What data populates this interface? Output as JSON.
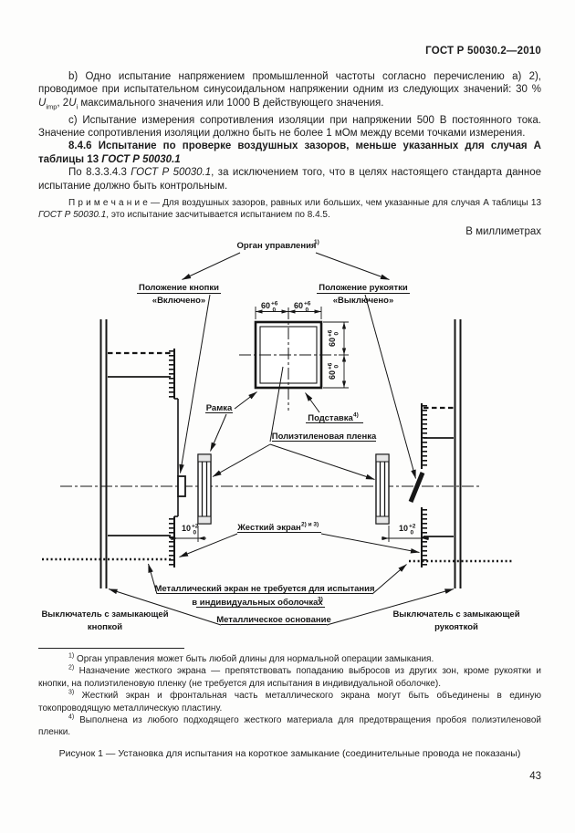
{
  "header": {
    "title": "ГОСТ Р 50030.2—2010"
  },
  "body": {
    "para_b": {
      "t1": "b) Одно испытание напряжением промышленной частоты согласно перечислению а) 2), проводимое при испытательном синусоидальном напряжении одним из следующих значений: 30 % ",
      "u1": "U",
      "s1": "imp",
      "t2": ", 2",
      "u2": "U",
      "s2": "i",
      "t3": " максимального значения или 1000 В действующего  значения."
    },
    "para_c": "c) Испытание измерения сопротивления изоляции при напряжении 500 В постоянного тока. Значение сопротивления изоляции должно быть не более 1 мОм между всеми точками измерения.",
    "para_846": {
      "t1": "8.4.6 Испытание по проверке воздушных зазоров,  меньше указанных для случая А таблицы 13 ",
      "ref": "ГОСТ Р 50030.1"
    },
    "para_po": {
      "t1": "По  8.3.3.4.3 ",
      "ref": "ГОСТ Р 50030.1",
      "t2": ", за исключением того, что в целях настоящего стандарта данное испытание должно быть контрольным."
    },
    "note": {
      "t1": "П р и м е ч а н и е — Для воздушных зазоров, равных или больших, чем указанные для случая А таблицы 13 ",
      "ref": "ГОСТ Р 50030.1",
      "t2": ", это испытание засчитывается испытанием по 8.4.5."
    },
    "units": "В миллиметрах"
  },
  "figure": {
    "control_organ": "Орган управления",
    "control_organ_sup": "1)",
    "button_pos_1": "Положение кнопки",
    "button_pos_2": "«Включено»",
    "handle_pos_1": "Положение рукоятки",
    "handle_pos_2": "«Выключено»",
    "dim_60": "60",
    "dim_60_tol_up": "+6",
    "dim_60_tol_dn": "0",
    "dim_10": "10",
    "dim_10_tol_up": "+2",
    "dim_10_tol_dn": "0",
    "frame_label": "Рамка",
    "support_label": "Подставка",
    "support_sup": "4)",
    "film_label": "Полиэтиленовая пленка",
    "rigid_screen_label": "Жесткий экран",
    "rigid_screen_sup": "2) и 3)",
    "metal_screen_1": "Металлический экран не требуется для испытания",
    "metal_screen_2": "в индивидуальных оболочках",
    "metal_screen_sup": "3)",
    "metal_base": "Металлическое основание",
    "switch_button_1": "Выключатель с замыкающей",
    "switch_button_2": "кнопкой",
    "switch_handle_1": "Выключатель с замыкающей",
    "switch_handle_2": "рукояткой"
  },
  "footnotes": {
    "fn1_sup": "1)",
    "fn1": " Орган управления может быть любой длины для нормальной операции замыкания.",
    "fn2_sup": "2)",
    "fn2": " Назначение жесткого экрана — препятствовать попаданию выбросов из других зон,  кроме рукоятки и кнопки, на полиэтиленовую пленку (не требуется для испытания  в индивидуальной оболочке).",
    "fn3_sup": "3)",
    "fn3": " Жесткий экран и фронтальная часть металлического экрана могут быть объединены в единую токопроводящую металлическую пластину.",
    "fn4_sup": "4)",
    "fn4": " Выполнена из любого подходящего жесткого материала для предотвращения пробоя полиэтиленовой пленки.",
    "caption": "Рисунок 1 — Установка для испытания на короткое замыкание (соединительные провода не показаны)",
    "page_number": "43"
  }
}
